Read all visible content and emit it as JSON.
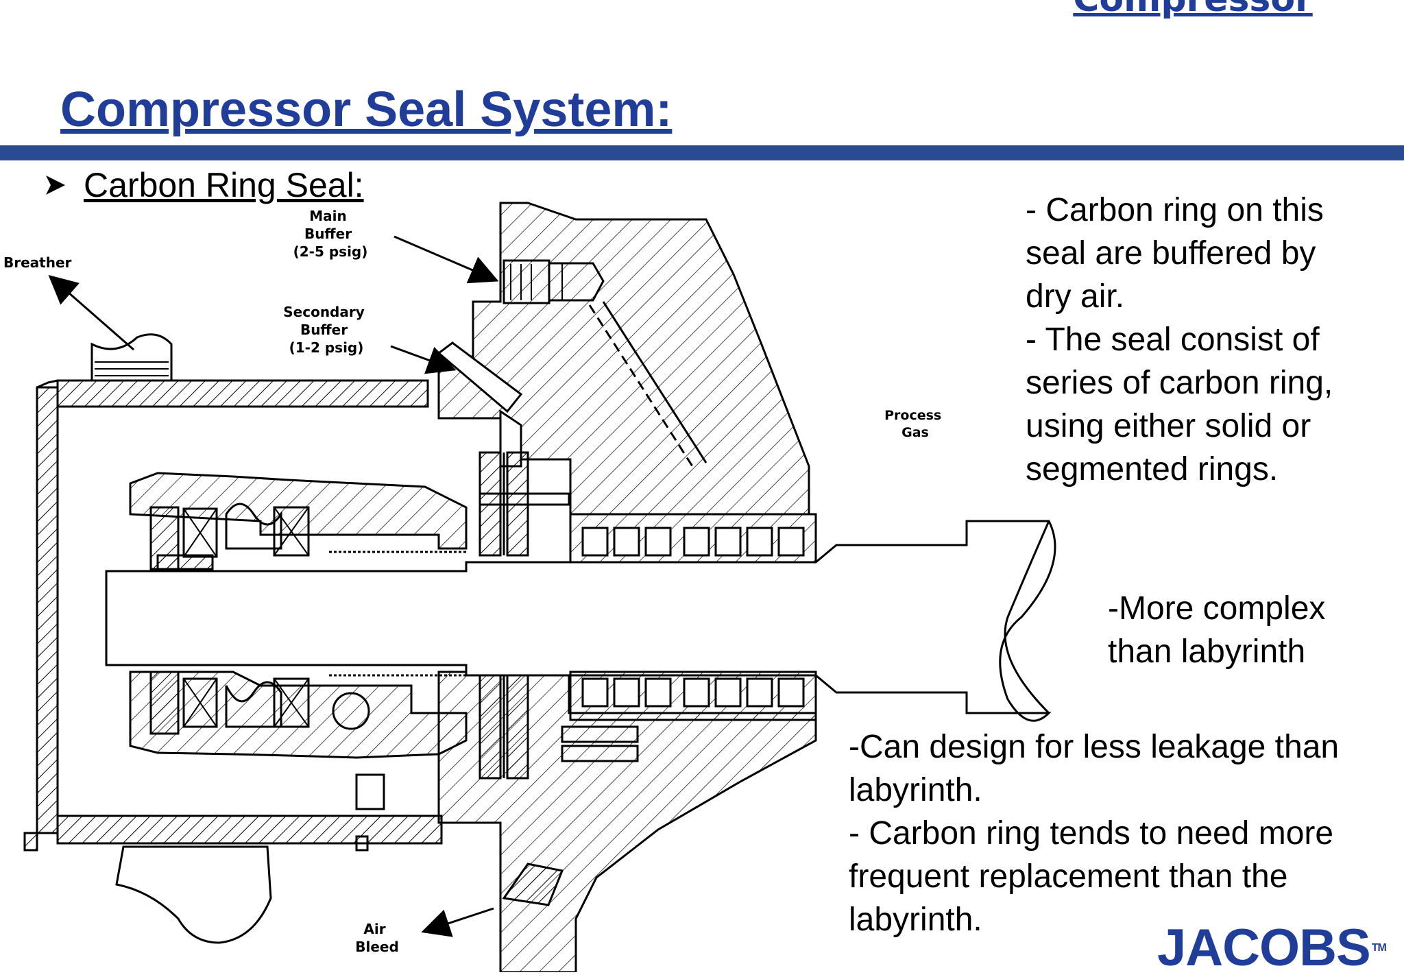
{
  "header": {
    "corner_title": "Compressor",
    "title": "Compressor Seal System:"
  },
  "bullet": {
    "icon": "arrowhead-bullet-icon",
    "text": "Carbon Ring Seal:"
  },
  "diagram": {
    "labels": {
      "breather": "Breather",
      "main_buffer": [
        "Main",
        "Buffer",
        "(2-5 psig)"
      ],
      "secondary_buffer": [
        "Secondary",
        "Buffer",
        "(1-2 psig)"
      ],
      "process_gas": [
        "Process",
        "Gas"
      ],
      "air_bleed": [
        "Air",
        "Bleed"
      ]
    }
  },
  "notes": {
    "top": [
      "- Carbon ring on this",
      "seal are buffered by",
      "dry air.",
      "- The seal consist of",
      "series of carbon ring,",
      "using either solid or",
      "segmented rings."
    ],
    "middle": [
      "-More complex",
      "than labyrinth"
    ],
    "bottom": [
      "-Can design for less leakage than",
      "labyrinth.",
      "- Carbon ring tends to need more",
      "frequent replacement than the",
      "labyrinth."
    ]
  },
  "logo": {
    "text": "JACOBS",
    "mark": "TM"
  },
  "colors": {
    "title_blue": "#1f3d99",
    "rule_blue": "#2a4a92"
  }
}
